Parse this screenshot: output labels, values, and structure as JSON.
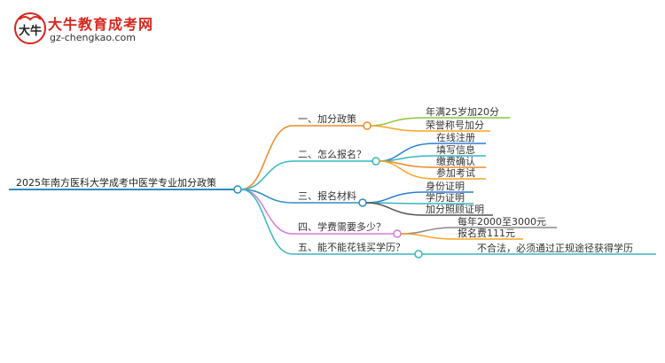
{
  "logo": {
    "title": "大牛教育成考网",
    "url": "gz-chengkao.com",
    "emblem_text": "大牛"
  },
  "mindmap": {
    "root": "2025年南方医科大学成考中医学专业加分政策",
    "branches": [
      {
        "label": "一、加分政策",
        "color": "#f08a24",
        "children": [
          "年满25岁加20分",
          "荣誉称号加分"
        ],
        "child_colors": [
          "#8cc63f",
          "#f5a623"
        ]
      },
      {
        "label": "二、怎么报名？",
        "color": "#35b7bd",
        "children": [
          "在线注册",
          "填写信息",
          "缴费确认",
          "参加考试"
        ],
        "child_colors": [
          "#2a7fd4",
          "#35b7bd",
          "#f08a24",
          "#f5a623"
        ]
      },
      {
        "label": "三、报名材料",
        "color": "#2a8fbd",
        "children": [
          "身份证明",
          "学历证明",
          "加分照顾证明"
        ],
        "child_colors": [
          "#2a7fd4",
          "#35b7bd",
          "#555555"
        ]
      },
      {
        "label": "四、学费需要多少？",
        "color": "#d47bd6",
        "children": [
          "每年2000至3000元",
          "报名费111元"
        ],
        "child_colors": [
          "#888888",
          "#f5a623"
        ]
      },
      {
        "label": "五、能不能花钱买学历？",
        "color": "#35b7bd",
        "children": [
          "不合法，必须通过正规途径获得学历"
        ],
        "child_colors": [
          "#35b7bd"
        ]
      }
    ]
  }
}
